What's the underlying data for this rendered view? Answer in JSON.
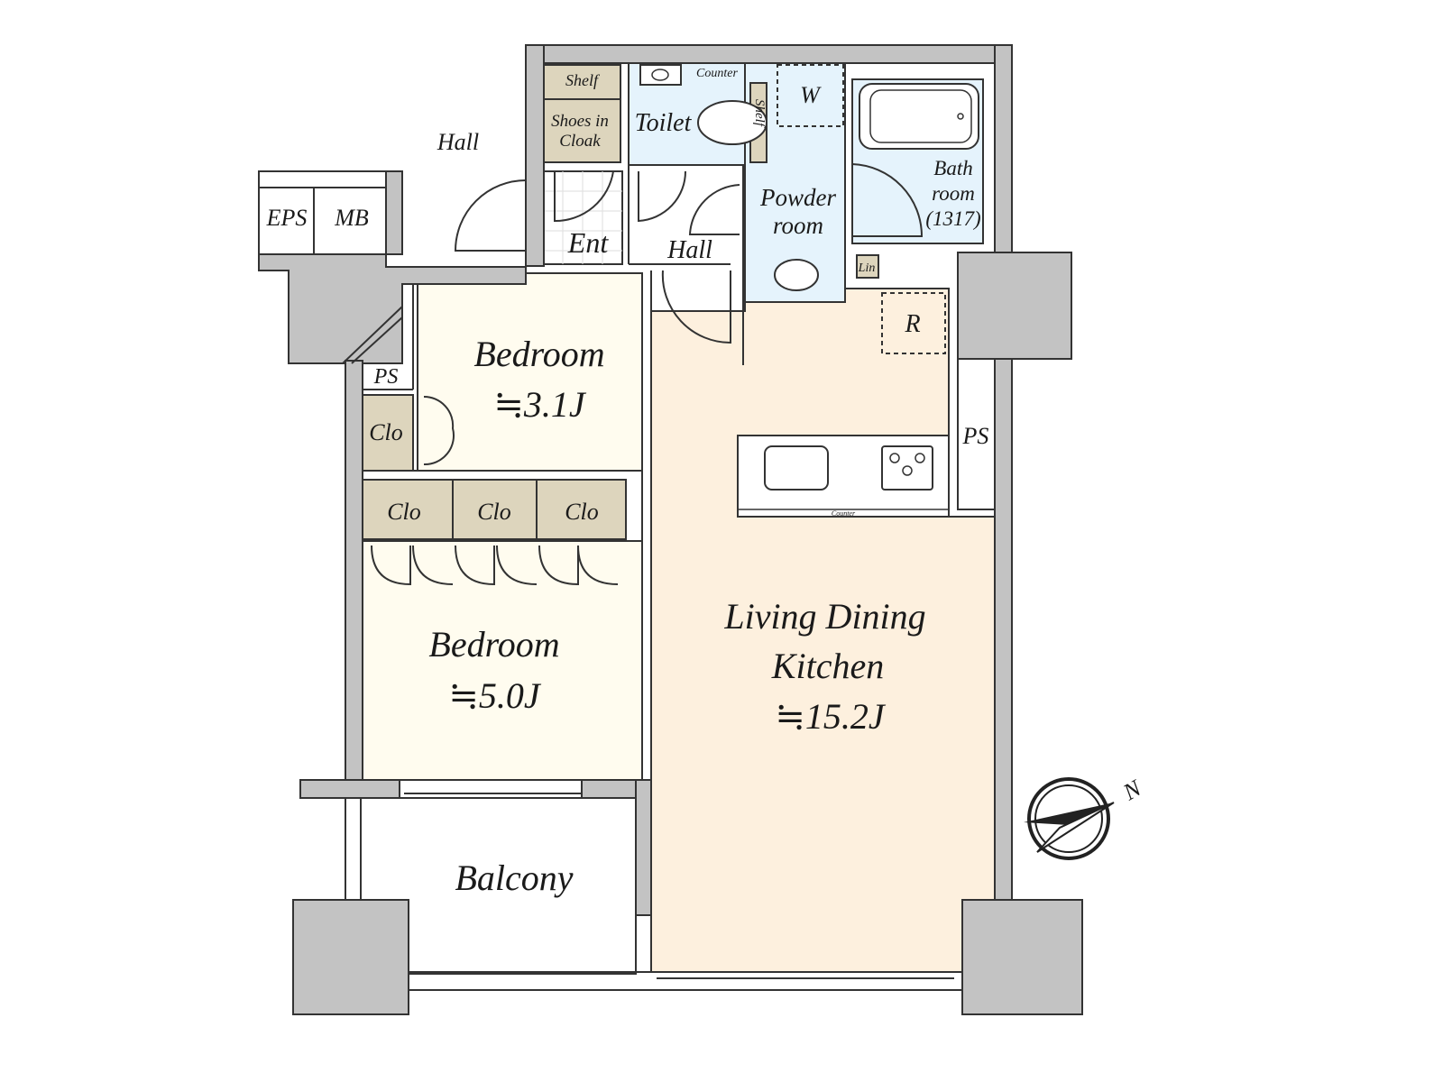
{
  "rooms": {
    "hall_outer": "Hall",
    "eps": "EPS",
    "mb": "MB",
    "shelf": "Shelf",
    "shoes_cloak_1": "Shoes in",
    "shoes_cloak_2": "Cloak",
    "counter_toilet": "Counter",
    "toilet": "Toilet",
    "toilet_shelf": "Shelf",
    "w": "W",
    "powder_1": "Powder",
    "powder_2": "room",
    "bath_1": "Bath",
    "bath_2": "room",
    "bath_3": "(1317)",
    "ent": "Ent",
    "hall_inner": "Hall",
    "lin": "Lin",
    "r": "R",
    "ps_left": "PS",
    "ps_right": "PS",
    "clo_a": "Clo",
    "clo_b": "Clo",
    "clo_c": "Clo",
    "clo_d": "Clo",
    "bedroom1": "Bedroom",
    "bedroom1_size": "≒3.1J",
    "bedroom2": "Bedroom",
    "bedroom2_size": "≒5.0J",
    "ldk_1": "Living Dining",
    "ldk_2": "Kitchen",
    "ldk_size": "≒15.2J",
    "counter_kitchen": "Counter",
    "balcony": "Balcony",
    "compass_n": "N"
  },
  "colors": {
    "wall": "#c3c3c3",
    "bedroom": "#fffcef",
    "ldk": "#fdf0de",
    "wet": "#e5f3fc",
    "closet": "#ddd5bd"
  }
}
